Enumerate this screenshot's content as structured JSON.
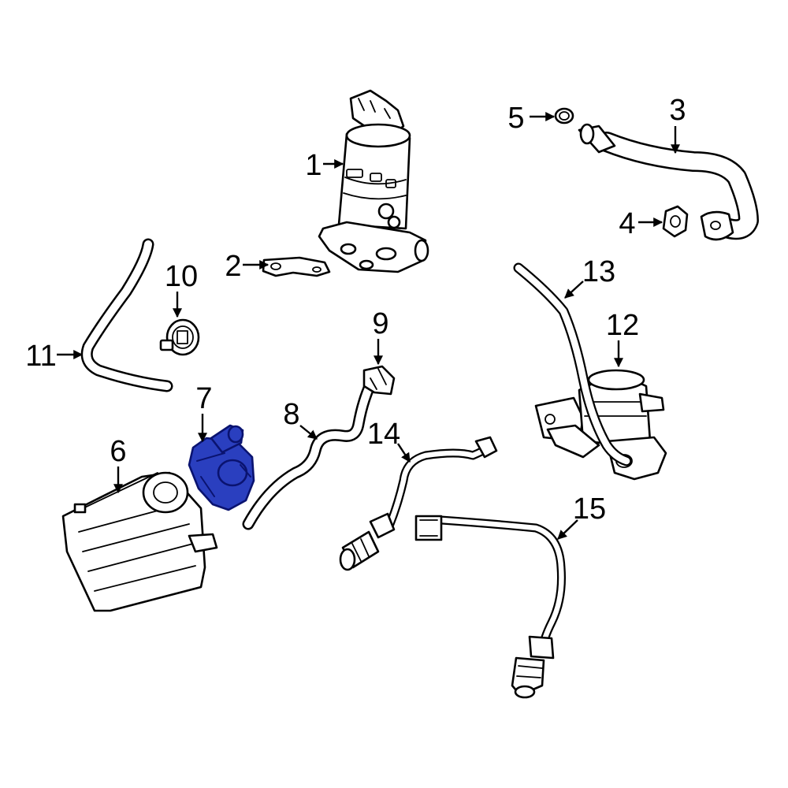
{
  "highlight": {
    "fill": "#2a3fbf",
    "stroke": "#0a1370"
  },
  "callouts": {
    "c1": "1",
    "c2": "2",
    "c3": "3",
    "c4": "4",
    "c5": "5",
    "c6": "6",
    "c7": "7",
    "c8": "8",
    "c9": "9",
    "c10": "10",
    "c11": "11",
    "c12": "12",
    "c13": "13",
    "c14": "14",
    "c15": "15"
  }
}
